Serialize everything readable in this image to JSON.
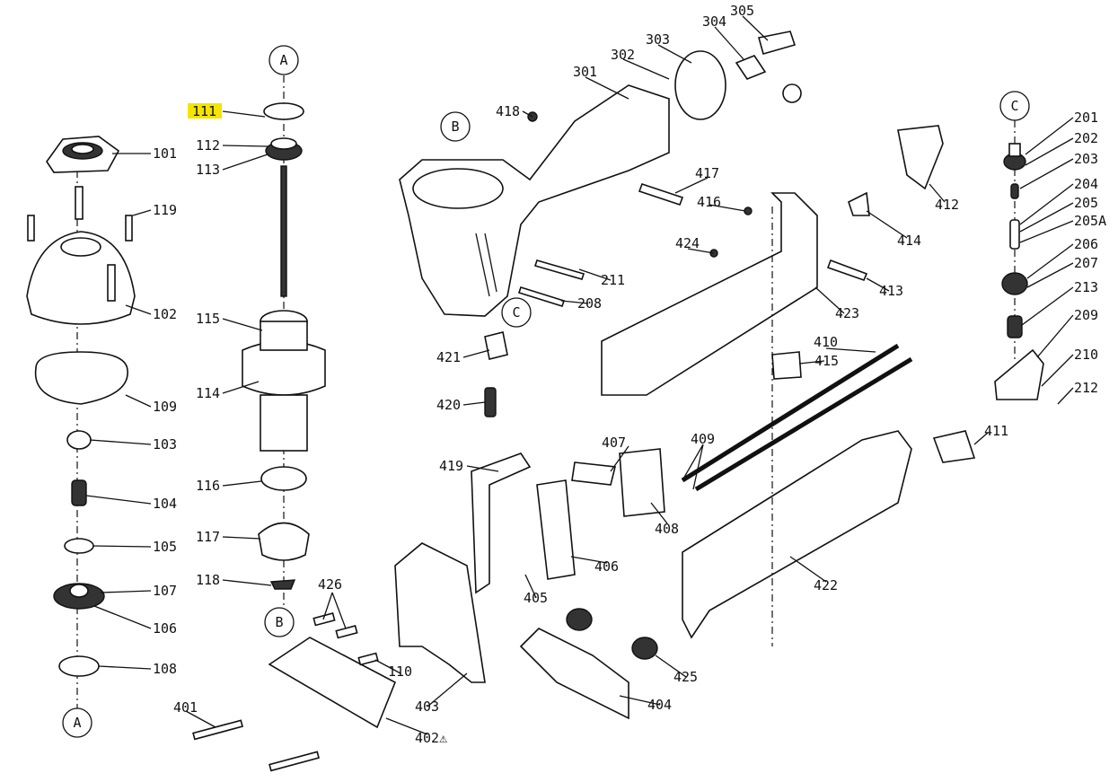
{
  "highlight_color": "#f4e400",
  "refs": {
    "A": "A",
    "B": "B",
    "C": "C"
  },
  "labels": {
    "p101": "101",
    "p119": "119",
    "p102": "102",
    "p109": "109",
    "p103": "103",
    "p104": "104",
    "p105": "105",
    "p107": "107",
    "p106": "106",
    "p108": "108",
    "p111": "111",
    "p112": "112",
    "p113": "113",
    "p115": "115",
    "p114": "114",
    "p116": "116",
    "p117": "117",
    "p118": "118",
    "p418": "418",
    "p301": "301",
    "p302": "302",
    "p303": "303",
    "p304": "304",
    "p305": "305",
    "p417": "417",
    "p416": "416",
    "p412": "412",
    "p414": "414",
    "p424": "424",
    "p413": "413",
    "p211": "211",
    "p208": "208",
    "p423": "423",
    "p421": "421",
    "p420": "420",
    "p410": "410",
    "p415": "415",
    "p409": "409",
    "p407": "407",
    "p419": "419",
    "p408": "408",
    "p406": "406",
    "p405": "405",
    "p426": "426",
    "p422": "422",
    "p110": "110",
    "p425": "425",
    "p404": "404",
    "p403": "403",
    "p401": "401",
    "p402": "402⚠",
    "p201": "201",
    "p202": "202",
    "p203": "203",
    "p204": "204",
    "p205": "205",
    "p205A": "205A",
    "p206": "206",
    "p207": "207",
    "p213": "213",
    "p209": "209",
    "p210": "210",
    "p212": "212",
    "p411": "411"
  }
}
